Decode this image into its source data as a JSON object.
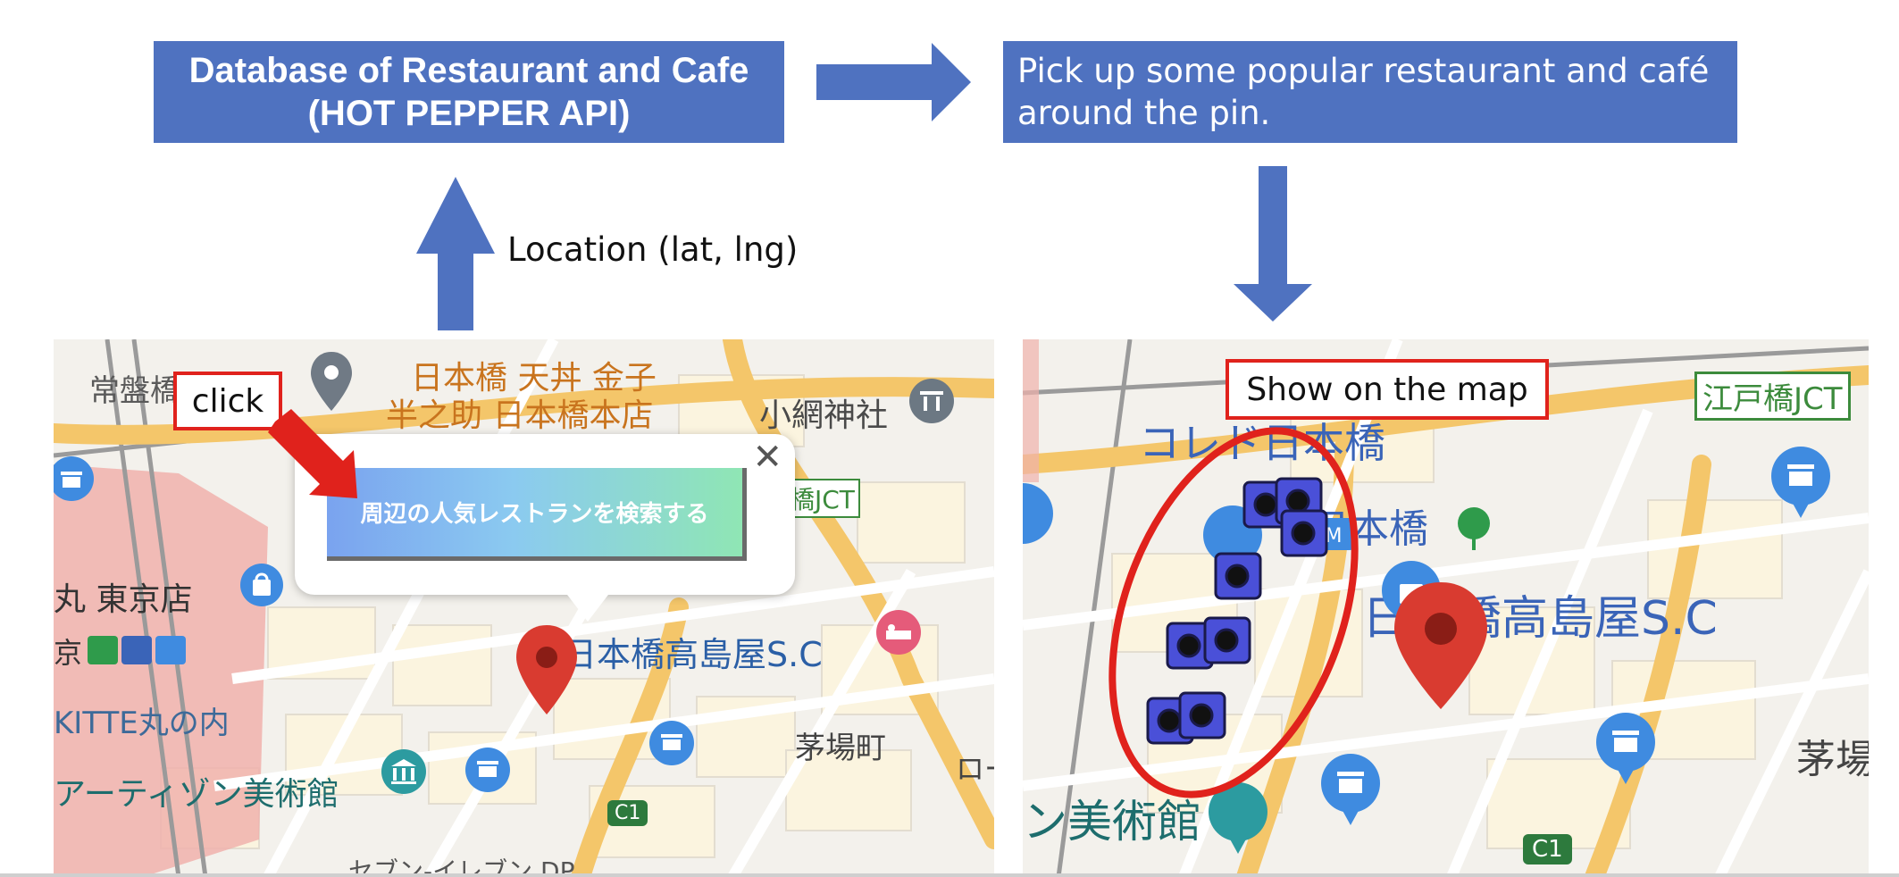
{
  "db_box": {
    "line1": "Database of Restaurant and Cafe",
    "line2": "(HOT PEPPER API)"
  },
  "pick_box": {
    "line1": "Pick up some popular restaurant and café",
    "line2": "around the pin."
  },
  "location_label": "Location (lat, lng)",
  "click_label": "click",
  "show_label": "Show on the map",
  "colors": {
    "box_fill": "#4f72c0",
    "arrow_fill": "#4f72c0",
    "callout_border": "#e0221c",
    "highlight_ellipse": "#e0221c",
    "pin": "#d93b30"
  },
  "left_map": {
    "labels": {
      "tokiwa": "常盤橋",
      "nihonbashi_tendon_1": "日本橋 天丼 金子",
      "nihonbashi_tendon_2": "半之助 日本橋本店",
      "koami": "小網神社",
      "marunouchi_tokyo": "丸 東京店",
      "kyo": "京",
      "kitte": "KITTE丸の内",
      "artizon": "アーティゾン美術館",
      "nihonbashi_takashimaya": "日本橋高島屋S.C",
      "kayabacho": "茅場町",
      "jct": "橋JCT",
      "ro": "ロー",
      "c1": "C1",
      "seven": "セブン-イレブン DP"
    },
    "popup": {
      "button_label": "周辺の人気レストランを検索する",
      "close_symbol": "✕"
    }
  },
  "right_map": {
    "labels": {
      "coredo": "コレド日本橋",
      "nihonbashi": "日本橋",
      "edobashi": "江戸橋JCT",
      "nihonbashi_takashimaya": "日本橋高島屋S.C",
      "kaya": "茅場",
      "bijutsukan": "ン美術館",
      "c1": "C1"
    }
  },
  "icons": [
    "map-pin-icon",
    "restaurant-marker-icon",
    "shrine-icon",
    "shopping-bag-icon",
    "hotel-icon",
    "museum-icon",
    "train-station-icon",
    "subway-icon",
    "bus-icon",
    "park-icon"
  ]
}
